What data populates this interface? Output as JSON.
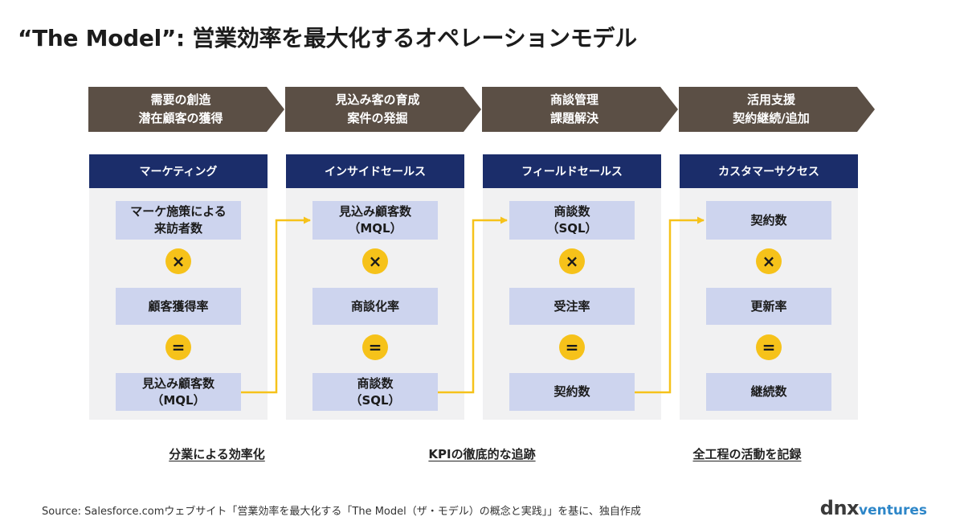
{
  "title": "“The Model”: 営業効率を最大化するオペレーションモデル",
  "stages": [
    {
      "line1": "需要の創造",
      "line2": "潜在顧客の獲得"
    },
    {
      "line1": "見込み客の育成",
      "line2": "案件の発掘"
    },
    {
      "line1": "商談管理",
      "line2": "課題解決"
    },
    {
      "line1": "活用支援",
      "line2": "契約継続/追加"
    }
  ],
  "columns": [
    {
      "header": "マーケティング",
      "kpi1": {
        "line1": "マーケ施策による",
        "line2": "来訪者数"
      },
      "op1": "×",
      "kpi2": {
        "line1": "顧客獲得率",
        "line2": ""
      },
      "op2": "=",
      "kpi3": {
        "line1": "見込み顧客数",
        "line2": "（MQL）"
      }
    },
    {
      "header": "インサイドセールス",
      "kpi1": {
        "line1": "見込み顧客数",
        "line2": "（MQL）"
      },
      "op1": "×",
      "kpi2": {
        "line1": "商談化率",
        "line2": ""
      },
      "op2": "=",
      "kpi3": {
        "line1": "商談数",
        "line2": "（SQL）"
      }
    },
    {
      "header": "フィールドセールス",
      "kpi1": {
        "line1": "商談数",
        "line2": "（SQL）"
      },
      "op1": "×",
      "kpi2": {
        "line1": "受注率",
        "line2": ""
      },
      "op2": "=",
      "kpi3": {
        "line1": "契約数",
        "line2": ""
      }
    },
    {
      "header": "カスタマーサクセス",
      "kpi1": {
        "line1": "契約数",
        "line2": ""
      },
      "op1": "×",
      "kpi2": {
        "line1": "更新率",
        "line2": ""
      },
      "op2": "=",
      "kpi3": {
        "line1": "継続数",
        "line2": ""
      }
    }
  ],
  "bottom_labels": [
    "分業による効率化",
    "KPIの徹底的な追跡",
    "全工程の活動を記録"
  ],
  "source": "Source: Salesforce.comウェブサイト「営業効率を最大化する「The Model（ザ・モデル）の概念と実践」」を基に、独自作成",
  "logo": {
    "dnx": "dnx",
    "ventures": "ventures"
  },
  "colors": {
    "stage": "#5b4f45",
    "header": "#1b2d6a",
    "kpi": "#cdd4ee",
    "accent": "#f6c21a",
    "panel": "#f1f1f2",
    "logo_accent": "#2d86c8"
  }
}
